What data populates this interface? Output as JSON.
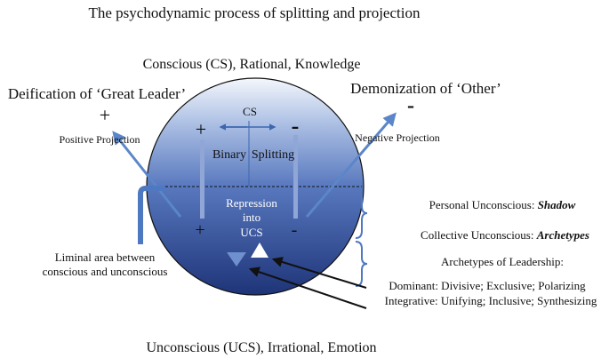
{
  "title": "The psychodynamic process of splitting and projection",
  "conscious_label": "Conscious (CS), Rational, Knowledge",
  "unconscious_label": "Unconscious (UCS), Irrational, Emotion",
  "left_side": {
    "heading": "Deification of ‘Great Leader’",
    "sign": "+",
    "projection": "Positive Projection",
    "liminal_line1": "Liminal area between",
    "liminal_line2": "conscious and unconscious"
  },
  "right_side": {
    "heading": "Demonization of ‘Other’",
    "sign": "-",
    "projection": "Negative Projection"
  },
  "sphere": {
    "cs": "CS",
    "splitting_a": "Binary",
    "splitting_b": "Splitting",
    "repression_line1": "Repression",
    "repression_line2": "into",
    "repression_line3": "UCS",
    "plus_upper": "+",
    "minus_upper": "-",
    "plus_lower": "+",
    "minus_lower": "-"
  },
  "right_labels": {
    "personal_prefix": "Personal Unconscious: ",
    "personal_emph": "Shadow",
    "collective_prefix": "Collective Unconscious: ",
    "collective_emph": "Archetypes",
    "archetypes": "Archetypes of Leadership:",
    "dominant": "Dominant: Divisive; Exclusive; Polarizing",
    "integrative": "Integrative: Unifying; Inclusive; Synthesizing"
  },
  "colors": {
    "sphere_top": "#f4f7fc",
    "sphere_mid": "#5878be",
    "sphere_bottom": "#1e3478",
    "arrow_blue": "#5b86c9",
    "bracket_blue": "#4e78c0",
    "text": "#111111"
  }
}
